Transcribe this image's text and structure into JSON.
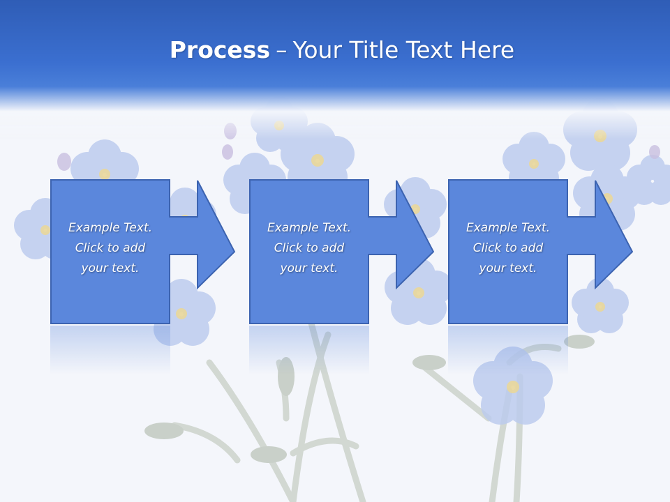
{
  "slide": {
    "title_bold": "Process",
    "title_sep": "–",
    "title_rest": "Your Title Text Here"
  },
  "steps": [
    {
      "lines": [
        "Example Text.",
        "Click  to add",
        "your text."
      ]
    },
    {
      "lines": [
        "Example Text.",
        "Click  to add",
        "your text."
      ]
    },
    {
      "lines": [
        "Example Text.",
        "Click  to add",
        "your text."
      ]
    }
  ],
  "colors": {
    "header": "#3b6fd0",
    "box_fill": "#5b87dc",
    "box_stroke": "#3c63b0",
    "flower": "#b9cbf0"
  }
}
